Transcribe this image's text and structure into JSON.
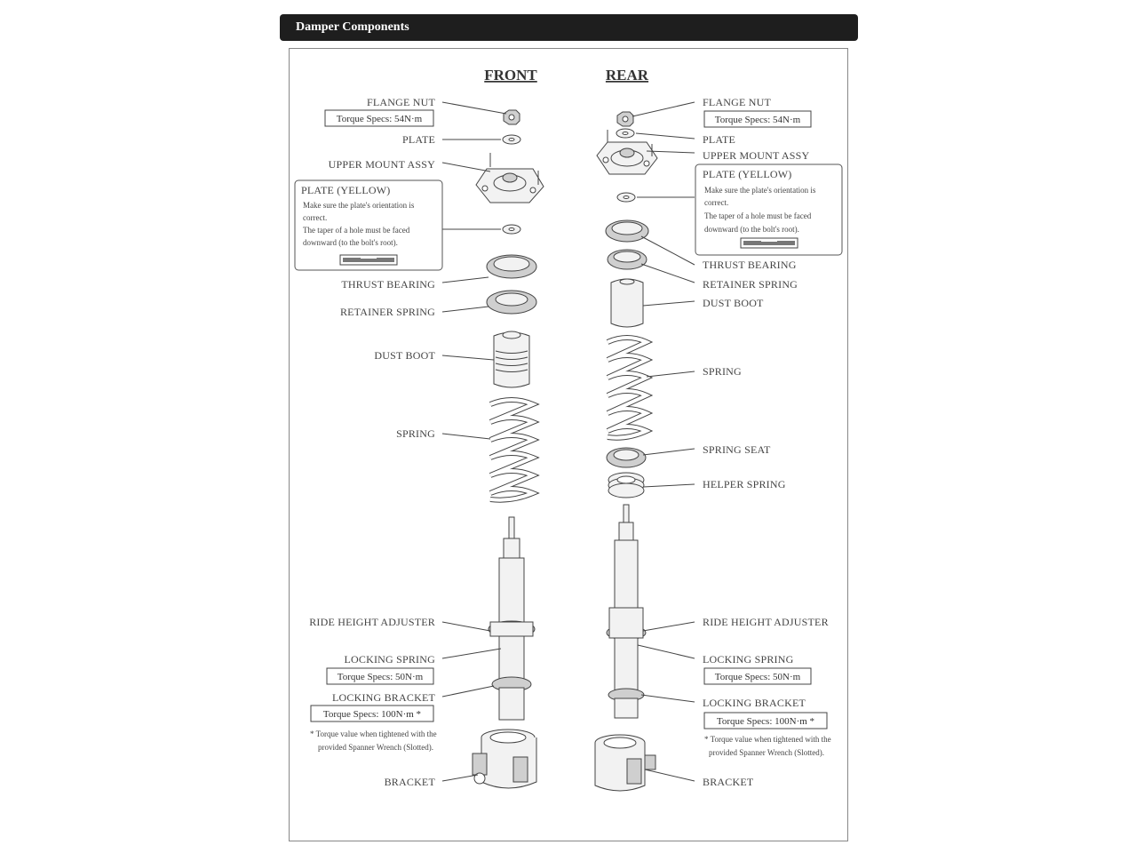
{
  "header": {
    "title": "Damper Components"
  },
  "columns": {
    "front": "FRONT",
    "rear": "REAR"
  },
  "front": {
    "flange_nut": "FLANGE NUT",
    "flange_nut_torque": "Torque Specs: 54N·m",
    "plate": "PLATE",
    "upper_mount": "UPPER MOUNT ASSY",
    "plate_yellow": "PLATE (YELLOW)",
    "plate_yellow_note": [
      "Make sure the plate's orientation is",
      "correct.",
      "The taper of a hole must be faced",
      "downward (to the bolt's root)."
    ],
    "thrust_bearing": "THRUST BEARING",
    "retainer_spring": "RETAINER SPRING",
    "dust_boot": "DUST BOOT",
    "spring": "SPRING",
    "ride_height_adjuster": "RIDE HEIGHT ADJUSTER",
    "locking_spring": "LOCKING SPRING",
    "locking_spring_torque": "Torque Specs: 50N·m",
    "locking_bracket": "LOCKING BRACKET",
    "locking_bracket_torque": "Torque Specs: 100N·m *",
    "footnote": [
      "* Torque value when tightened with the",
      "provided Spanner Wrench (Slotted)."
    ],
    "bracket": "BRACKET"
  },
  "rear": {
    "flange_nut": "FLANGE NUT",
    "flange_nut_torque": "Torque Specs: 54N·m",
    "plate": "PLATE",
    "upper_mount": "UPPER MOUNT ASSY",
    "plate_yellow": "PLATE (YELLOW)",
    "plate_yellow_note": [
      "Make sure the plate's orientation is",
      "correct.",
      "The taper of a hole must be faced",
      "downward (to the bolt's root)."
    ],
    "thrust_bearing": "THRUST BEARING",
    "retainer_spring": "RETAINER SPRING",
    "dust_boot": "DUST BOOT",
    "spring": "SPRING",
    "spring_seat": "SPRING SEAT",
    "helper_spring": "HELPER SPRING",
    "ride_height_adjuster": "RIDE HEIGHT ADJUSTER",
    "locking_spring": "LOCKING SPRING",
    "locking_spring_torque": "Torque Specs: 50N·m",
    "locking_bracket": "LOCKING BRACKET",
    "locking_bracket_torque": "Torque Specs: 100N·m *",
    "footnote": [
      "* Torque value when tightened with the",
      "provided Spanner Wrench (Slotted)."
    ],
    "bracket": "BRACKET"
  },
  "colors": {
    "header_bg": "#1e1e1e",
    "line": "#444444"
  }
}
